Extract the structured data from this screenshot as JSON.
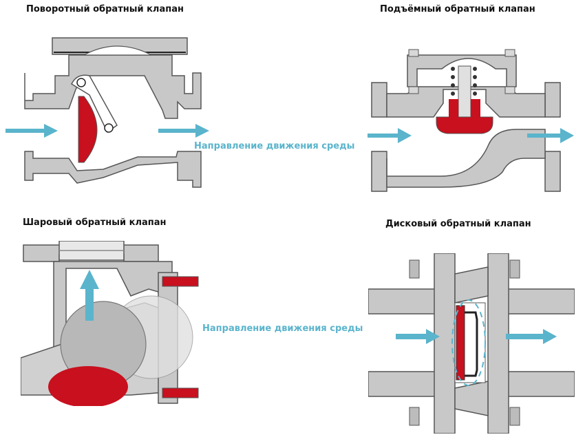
{
  "titles": {
    "swing": "Поворотный обратный клапан",
    "lift": "Подъёмный обратный клапан",
    "ball": "Шаровый обратный клапан",
    "disc": "Дисковый обратный клапан"
  },
  "flow_label": "Направление движения среды",
  "colors": {
    "body_fill": "#c8c8c8",
    "body_stroke": "#555555",
    "valve_red": "#c8101e",
    "arrow_blue": "#5ab4cc",
    "inner_white": "#ffffff"
  }
}
